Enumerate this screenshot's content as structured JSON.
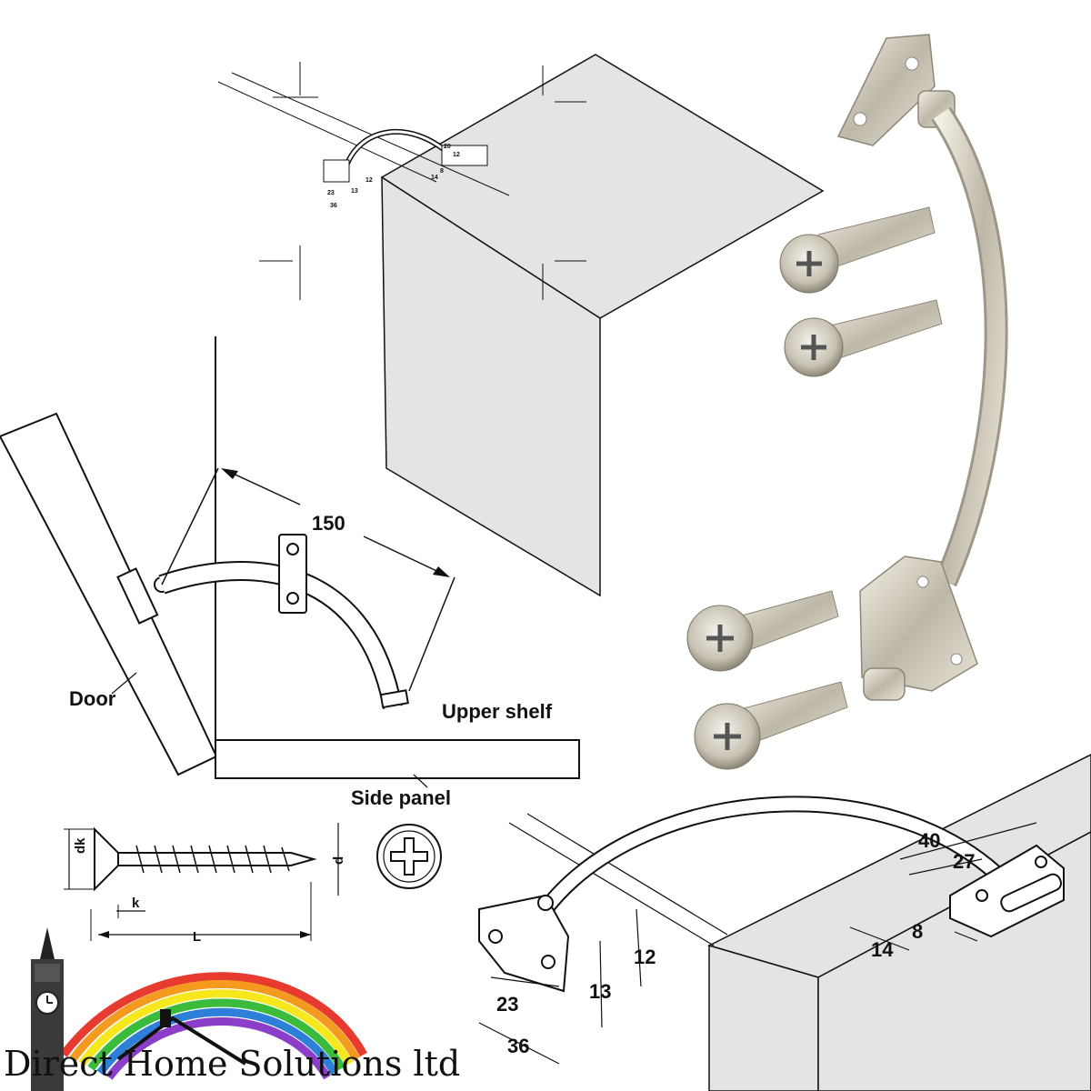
{
  "labels": {
    "door": "Door",
    "upper_shelf": "Upper shelf",
    "side_panel": "Side panel",
    "arm_reach": "150"
  },
  "small_diagram_dims": {
    "d20": "20",
    "d12": "12",
    "d14": "14",
    "d8": "8",
    "d13": "13",
    "d23": "23",
    "d36": "36"
  },
  "screw_dims": {
    "dk": "dk",
    "d": "d",
    "k": "k",
    "L": "L"
  },
  "detail_dims": {
    "d40": "40",
    "d27": "27",
    "d8": "8",
    "d14": "14",
    "d12": "12",
    "d13": "13",
    "d23": "23",
    "d36": "36"
  },
  "brand": {
    "name": "Direct Home Solutions ltd"
  },
  "colors": {
    "panel_gray": "#e2e4e5",
    "nickel": "#d6d1c4",
    "line": "#111111",
    "brand_text": "#111111"
  },
  "icons": [
    "phillips-screw-head-icon",
    "big-ben-clock-tower-icon",
    "rainbow-icon",
    "house-roof-icon"
  ]
}
